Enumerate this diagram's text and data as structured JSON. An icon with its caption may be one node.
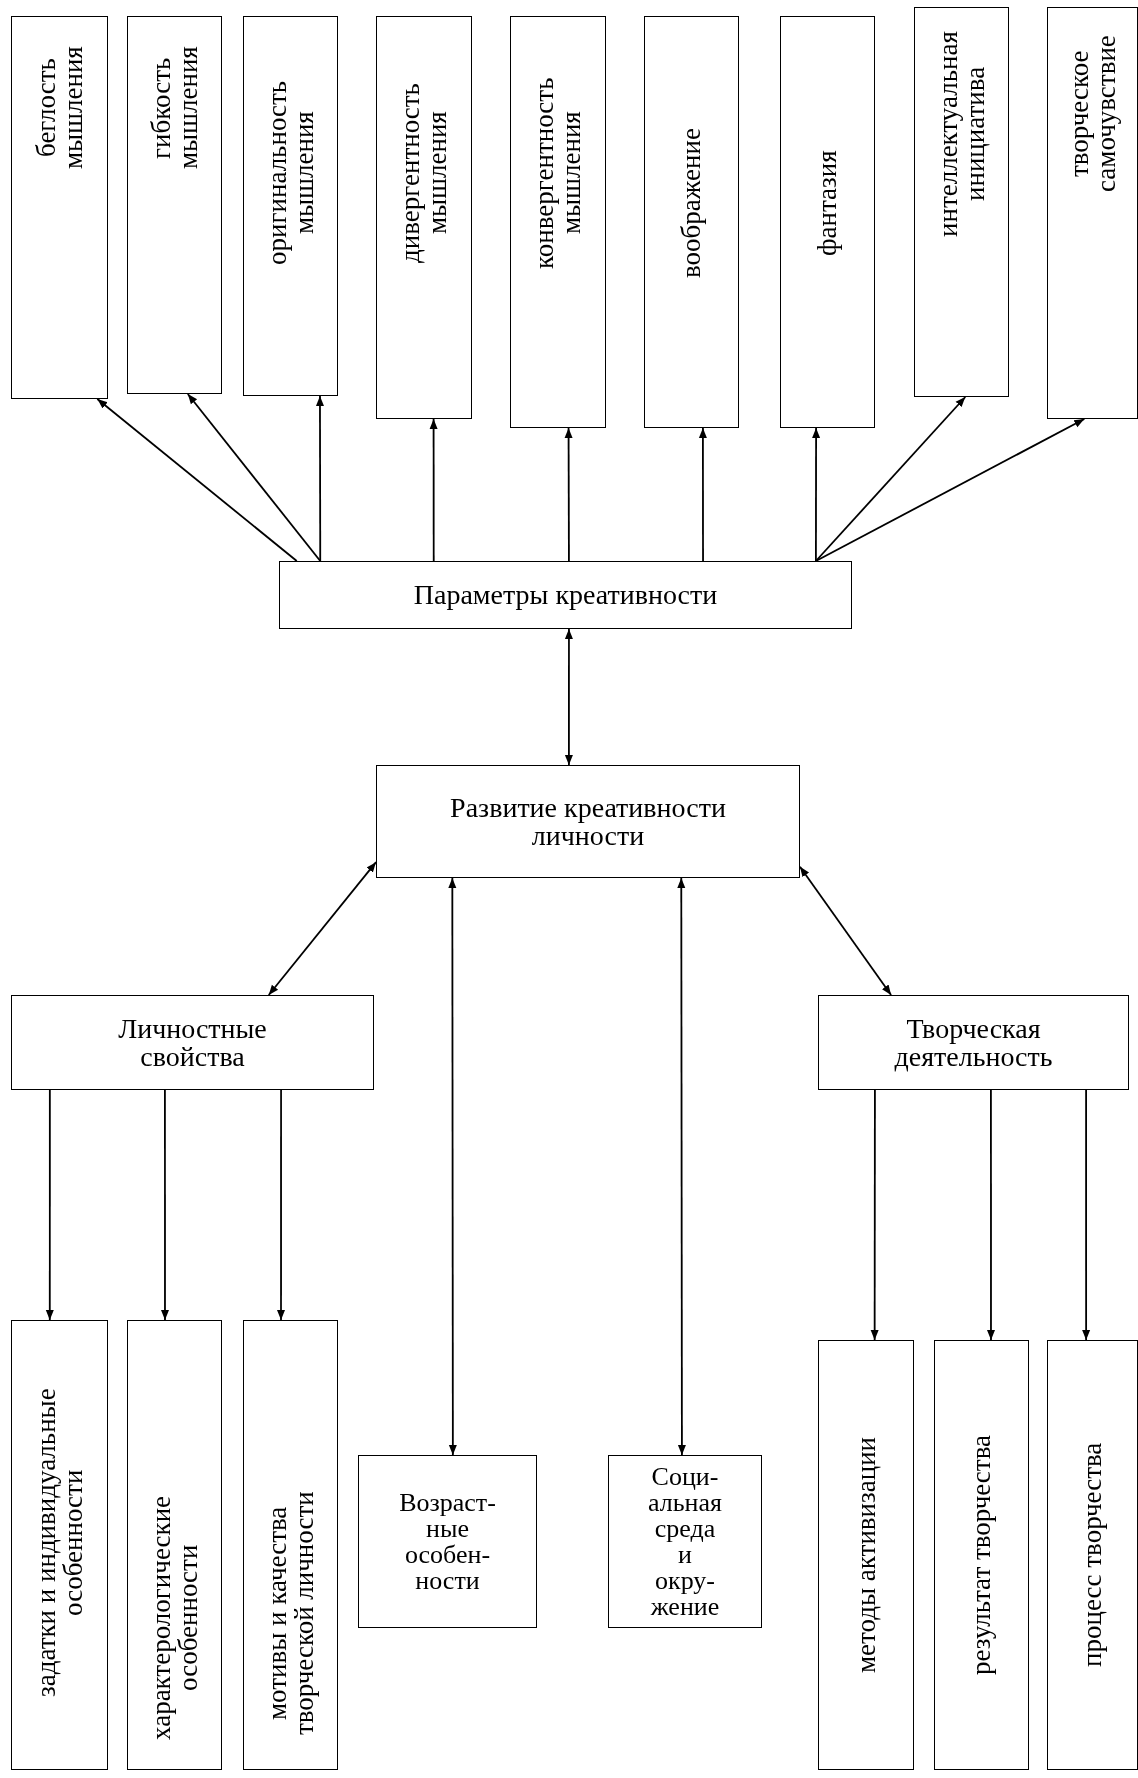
{
  "diagram": {
    "nodes": [
      {
        "text": [
          "беглость мышления"
        ]
      },
      {
        "text": [
          "гибкость мышления"
        ]
      },
      {
        "text": [
          "оригинальность мышления"
        ]
      },
      {
        "text": [
          "дивергентность мышления"
        ]
      },
      {
        "text": [
          "конвергентность мышления"
        ]
      },
      {
        "text": [
          "воображение"
        ]
      },
      {
        "text": [
          "фантазия"
        ]
      },
      {
        "text": [
          "интеллектуальная инициатива"
        ]
      },
      {
        "text": [
          "творческое самочувствие"
        ]
      },
      {
        "text": [
          "Параметры креативности"
        ]
      },
      {
        "text": [
          "Развитие креативности личности"
        ]
      },
      {
        "text": [
          "Личностные свойства"
        ]
      },
      {
        "text": [
          "Творческая деятельность"
        ]
      },
      {
        "text": [
          "задатки и индивидуальные особенности"
        ]
      },
      {
        "text": [
          "характерологические особенности"
        ]
      },
      {
        "text": [
          "мотивы и качества творческой личности"
        ]
      },
      {
        "text": [
          "Возраст- ные особен- ности"
        ]
      },
      {
        "text": [
          "Соци- альная среда и окру- жение"
        ]
      },
      {
        "text": [
          "методы активизации"
        ]
      },
      {
        "text": [
          "результат творчества"
        ]
      },
      {
        "text": [
          "процесс творчества"
        ]
      }
    ],
    "edges": [
      {
        "from": 9,
        "to": 0,
        "arrow": "to"
      },
      {
        "from": 9,
        "to": 1,
        "arrow": "to"
      },
      {
        "from": 9,
        "to": 2,
        "arrow": "to"
      },
      {
        "from": 9,
        "to": 3,
        "arrow": "to"
      },
      {
        "from": 9,
        "to": 4,
        "arrow": "to"
      },
      {
        "from": 9,
        "to": 5,
        "arrow": "to"
      },
      {
        "from": 9,
        "to": 6,
        "arrow": "to"
      },
      {
        "from": 9,
        "to": 7,
        "arrow": "to"
      },
      {
        "from": 9,
        "to": 8,
        "arrow": "to"
      },
      {
        "from": 10,
        "to": 9,
        "arrow": "both"
      },
      {
        "from": 10,
        "to": 11,
        "arrow": "both"
      },
      {
        "from": 10,
        "to": 16,
        "arrow": "both"
      },
      {
        "from": 10,
        "to": 17,
        "arrow": "both"
      },
      {
        "from": 10,
        "to": 12,
        "arrow": "both"
      },
      {
        "from": 11,
        "to": 13,
        "arrow": "to"
      },
      {
        "from": 11,
        "to": 14,
        "arrow": "to"
      },
      {
        "from": 11,
        "to": 15,
        "arrow": "to"
      },
      {
        "from": 12,
        "to": 18,
        "arrow": "to"
      },
      {
        "from": 12,
        "to": 19,
        "arrow": "to"
      },
      {
        "from": 12,
        "to": 20,
        "arrow": "to"
      }
    ]
  }
}
